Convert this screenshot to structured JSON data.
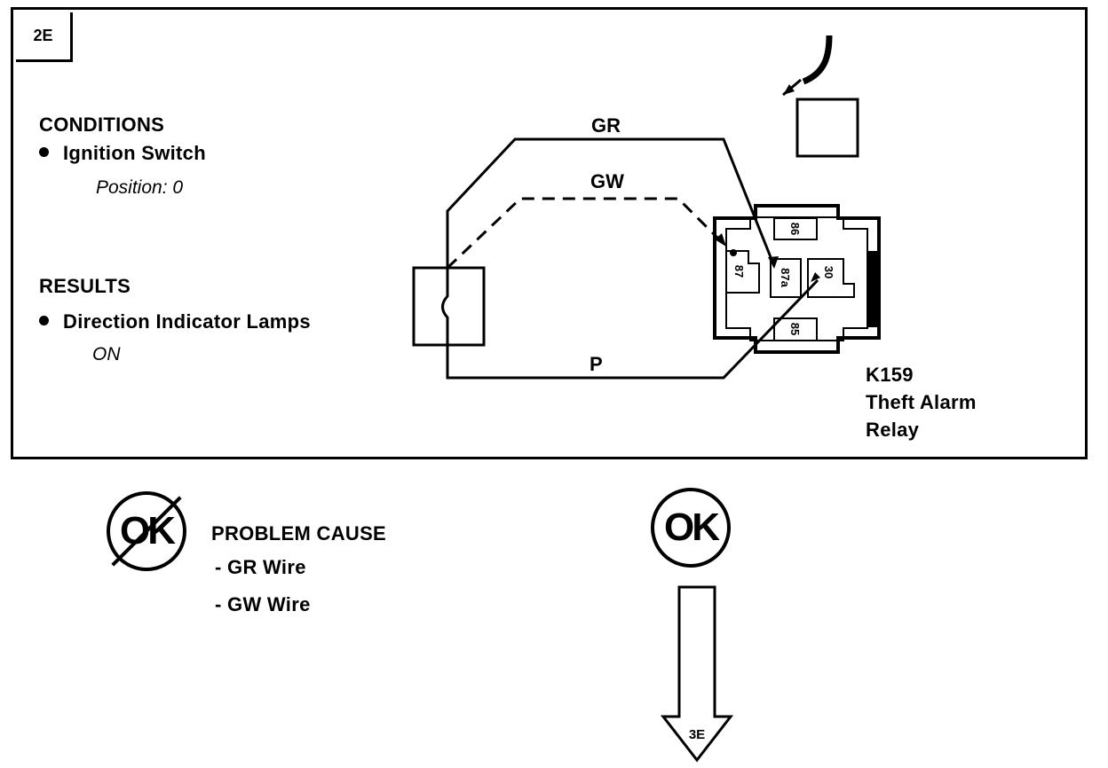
{
  "step_id": "2E",
  "conditions": {
    "heading": "CONDITIONS",
    "item": "Ignition Switch",
    "detail": "Position: 0"
  },
  "results": {
    "heading": "RESULTS",
    "item": "Direction Indicator Lamps",
    "detail": "ON"
  },
  "wires": {
    "gr": "GR",
    "gw": "GW",
    "p": "P"
  },
  "relay": {
    "id": "K159",
    "name_line1": "Theft Alarm",
    "name_line2": "Relay",
    "terminals": [
      "86",
      "87",
      "87a",
      "30",
      "85"
    ]
  },
  "outcomes": {
    "not_ok": {
      "badge": "OK",
      "heading": "PROBLEM CAUSE",
      "causes": [
        "- GR  Wire",
        "- GW Wire"
      ]
    },
    "ok": {
      "badge": "OK",
      "next_step": "3E"
    }
  }
}
